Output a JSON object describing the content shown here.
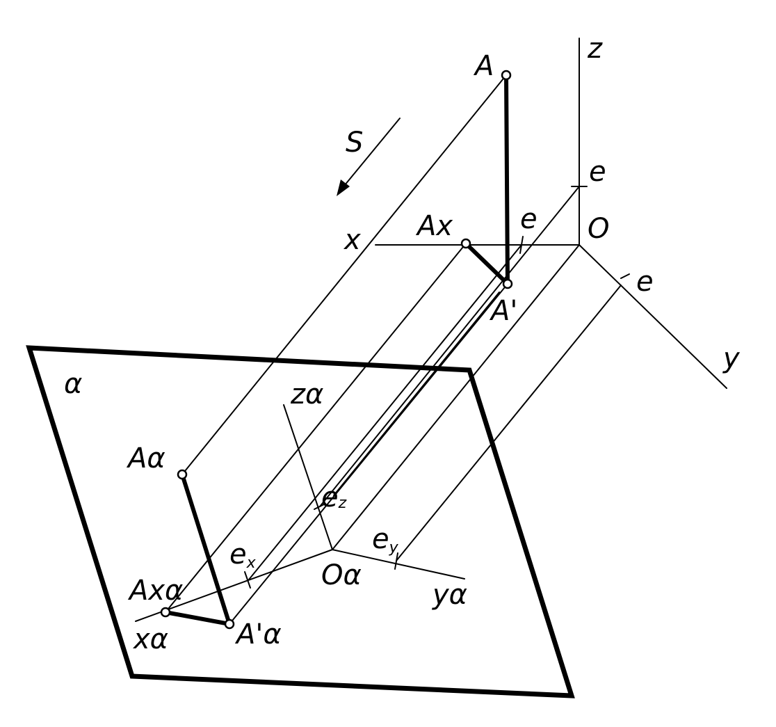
{
  "labels": {
    "A": "A",
    "z": "z",
    "S": "S",
    "e_z_axis": "e",
    "x": "x",
    "Ax": "Ax",
    "e_x_axis": "e",
    "O": "O",
    "A_prime": "A'",
    "e_y_axis": "e",
    "y": "y",
    "alpha": "α",
    "z_alpha": "zα",
    "A_alpha": "Aα",
    "e_z_main": "e",
    "e_z_sub": "z",
    "e_y_main": "e",
    "e_y_sub": "y",
    "e_x_main": "e",
    "e_x_sub": "x",
    "O_alpha": "Oα",
    "y_alpha": "yα",
    "Ax_alpha": "Axα",
    "A_prime_alpha": "A'α",
    "x_alpha": "xα"
  },
  "colors": {
    "ink": "#000000",
    "paper": "#ffffff"
  }
}
